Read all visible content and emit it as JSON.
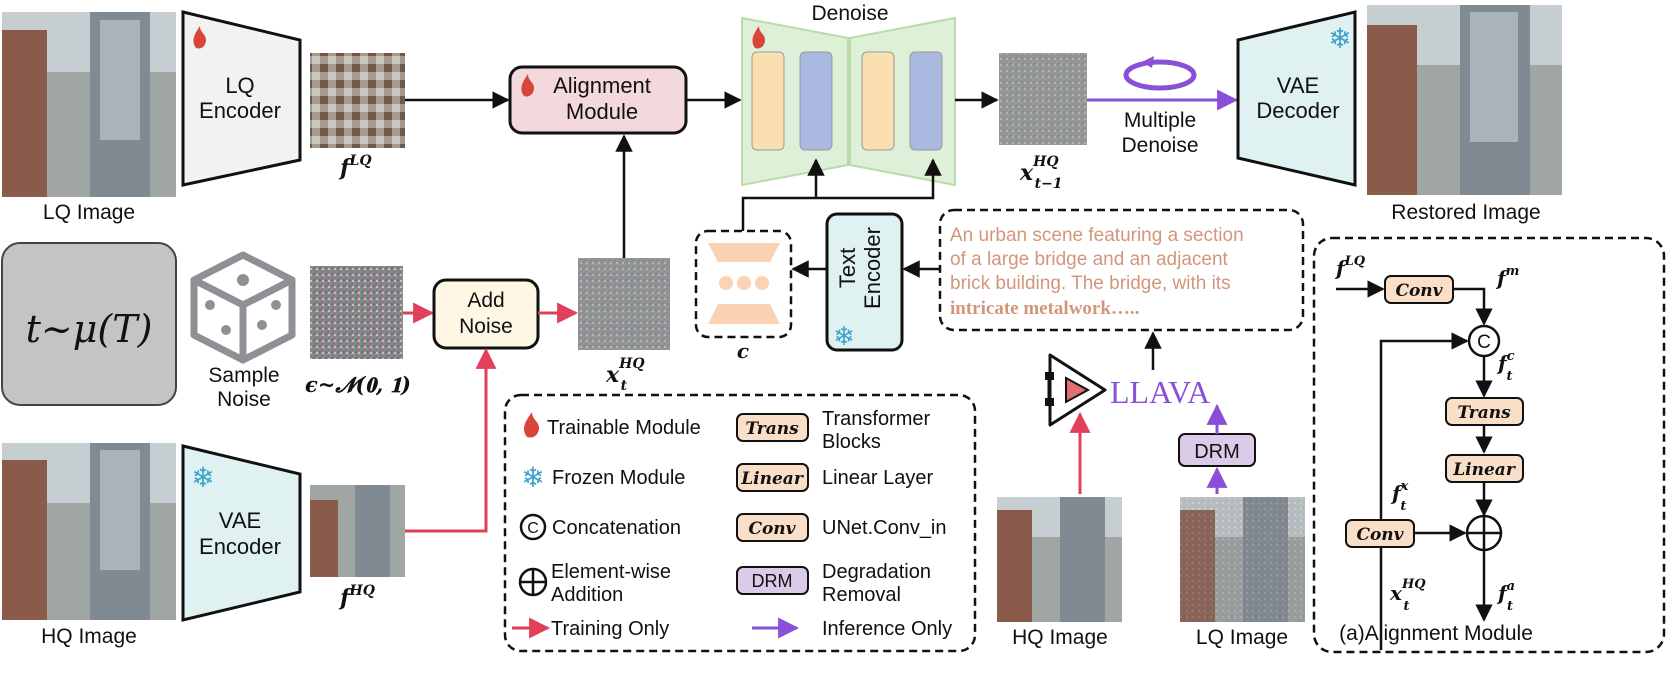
{
  "images": {
    "lq_input": "LQ Image",
    "hq_input": "HQ Image",
    "restored": "Restored Image",
    "hq_bottom": "HQ Image",
    "lq_bottom": "LQ Image"
  },
  "modules": {
    "lq_encoder": [
      "LQ",
      "Encoder"
    ],
    "vae_encoder": [
      "VAE",
      "Encoder"
    ],
    "vae_decoder": [
      "VAE",
      "Decoder"
    ],
    "alignment": [
      "Alignment",
      "Module"
    ],
    "add_noise": [
      "Add",
      "Noise"
    ],
    "denoise": "Denoise",
    "multiple_denoise": [
      "Multiple",
      "Denoise"
    ],
    "text_encoder": [
      "Text",
      "Encoder"
    ],
    "llava": "LLAVA",
    "drm": "DRM",
    "sample_noise": [
      "Sample",
      "Noise"
    ],
    "timestep": "t~μ(T)"
  },
  "symbols": {
    "f_lq": "f",
    "f_lq_sup": "LQ",
    "f_hq": "f",
    "f_hq_sup": "HQ",
    "x_hq_t": "x",
    "x_hq_t_sup": "HQ",
    "x_hq_t_sub": "t",
    "x_hq_t1": "x",
    "x_hq_t1_sup": "HQ",
    "x_hq_t1_sub": "t−1",
    "eps": "ϵ~𝓝(𝟎, 𝟏)",
    "c": "c"
  },
  "caption_text": [
    "An urban scene featuring a section",
    "of a large bridge and an adjacent",
    "brick building. The bridge, with its"
  ],
  "caption_bold": "intricate metalwork…..",
  "legend": {
    "trainable": "Trainable Module",
    "frozen": "Frozen Module",
    "concat": "Concatenation",
    "element_wise": [
      "Element-wise",
      "Addition"
    ],
    "training_only": "Training Only",
    "trans_tag": "Trans",
    "trans_desc": [
      "Transformer",
      "Blocks"
    ],
    "linear_tag": "Linear",
    "linear_desc": "Linear Layer",
    "conv_tag": "Conv",
    "conv_desc": "UNet.Conv_in",
    "drm_tag": "DRM",
    "drm_desc": [
      "Degradation",
      "Removal"
    ],
    "inference_only": "Inference Only"
  },
  "alignment_detail": {
    "title": "(a)Alignment Module",
    "f_lq": "f",
    "f_lq_sup": "LQ",
    "conv1": "Conv",
    "f_m": "f",
    "f_m_sup": "m",
    "concat": "C",
    "f_c": "f",
    "f_c_sup": "c",
    "f_c_sub": "t",
    "trans": "Trans",
    "linear": "Linear",
    "conv2": "Conv",
    "f_x": "f",
    "f_x_sup": "x",
    "f_x_sub": "t",
    "x_in": "x",
    "x_in_sup": "HQ",
    "x_in_sub": "t",
    "f_a": "f",
    "f_a_sup": "a",
    "f_a_sub": "t"
  },
  "colors": {
    "trainable_red": "#d9443b",
    "frozen_blue": "#3aa3c9",
    "training_arrow": "#e0405a",
    "inference_arrow": "#8a4fd8",
    "caption_text": "#d3967a",
    "module_fill": "#f4d9dc",
    "unet_fill": "#dff0d8",
    "tag_fill": "#fadfc8",
    "drm_fill": "#dccbe8",
    "noise_fill": "#fdf7e4",
    "encoder_fill": "#dff1f0",
    "timestep_fill": "#c4c4c4"
  }
}
